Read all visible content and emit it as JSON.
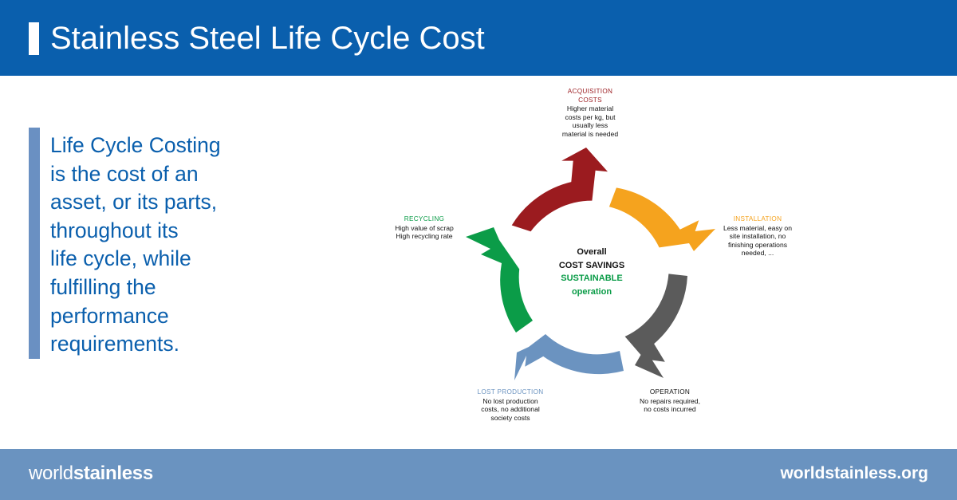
{
  "header": {
    "title": "Stainless Steel Life Cycle Cost"
  },
  "intro": {
    "lines": [
      "Life Cycle Costing",
      "is the cost of an",
      "asset, or its parts,",
      "throughout its",
      "life cycle, while",
      "fulfilling the",
      "performance",
      "requirements."
    ]
  },
  "cycle": {
    "center": {
      "line1": "Overall",
      "line2": "COST SAVINGS",
      "line3": "SUSTAINABLE",
      "line4": "operation"
    },
    "stages": [
      {
        "title_lines": [
          "ACQUISITION",
          "COSTS"
        ],
        "desc_lines": [
          "Higher material",
          "costs per kg, but",
          "usually less",
          "material is needed"
        ],
        "color": "#9b1b1f"
      },
      {
        "title_lines": [
          "INSTALLATION"
        ],
        "desc_lines": [
          "Less material, easy on",
          "site installation, no",
          "finishing operations",
          "needed, ..."
        ],
        "color": "#f5a31e"
      },
      {
        "title_lines": [
          "OPERATION"
        ],
        "desc_lines": [
          "No repairs required,",
          "no costs incurred"
        ],
        "color": "#5b5b5b"
      },
      {
        "title_lines": [
          "LOST PRODUCTION"
        ],
        "desc_lines": [
          "No lost production",
          "costs, no additional",
          "society costs"
        ],
        "color": "#6b93c0"
      },
      {
        "title_lines": [
          "RECYCLING"
        ],
        "desc_lines": [
          "High value of scrap",
          "High recycling rate"
        ],
        "color": "#0b9c48"
      }
    ],
    "colors": {
      "center_dark": "#111111",
      "center_green": "#0b9c48"
    }
  },
  "footer": {
    "logo_part1": "world",
    "logo_part2": "stainless",
    "site": "worldstainless.org"
  },
  "colors": {
    "brand_blue": "#0a5fad",
    "footer_blue": "#6a93c0",
    "accent_bar": "#6a90c2"
  }
}
